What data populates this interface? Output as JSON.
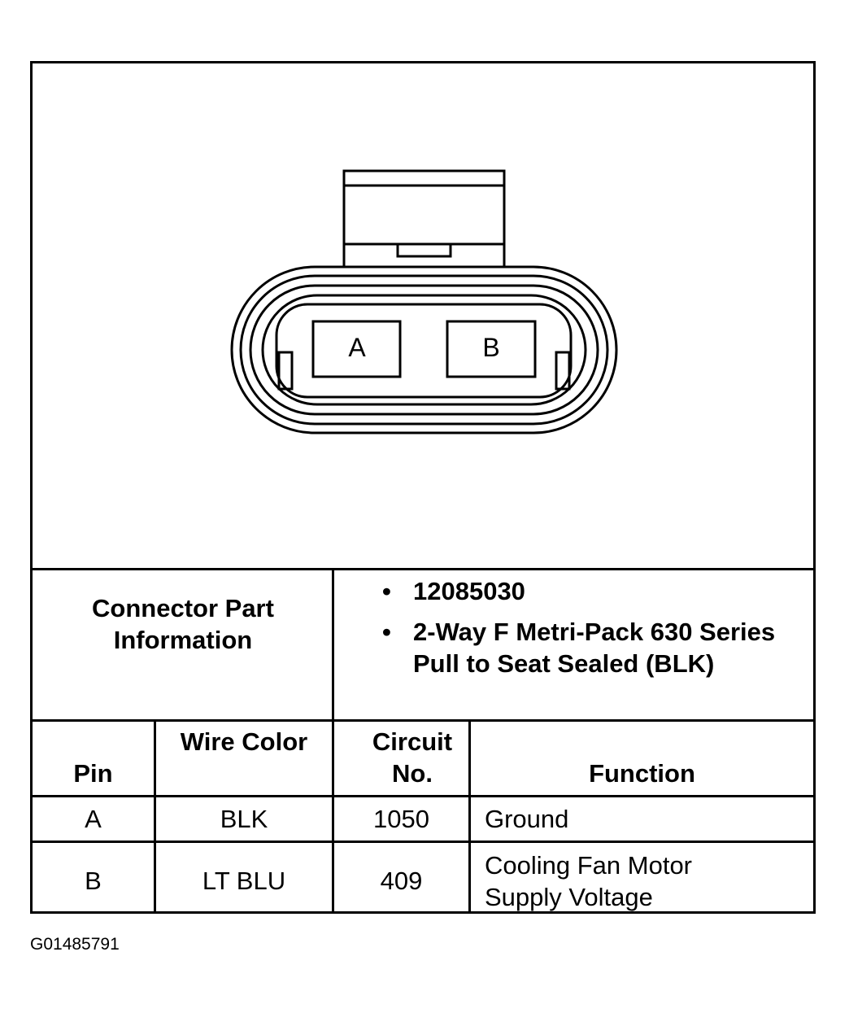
{
  "connector": {
    "pins": [
      {
        "label": "A"
      },
      {
        "label": "B"
      }
    ]
  },
  "part_info": {
    "title": "Connector Part Information",
    "items": [
      "12085030",
      "2-Way F Metri-Pack 630 Series Pull to Seat Sealed (BLK)"
    ],
    "bullet": "•"
  },
  "table": {
    "headers": {
      "pin": "Pin",
      "wire_color": "Wire Color",
      "circuit": "Circuit No.",
      "function": "Function"
    },
    "rows": [
      {
        "pin": "A",
        "wire_color": "BLK",
        "circuit": "1050",
        "function": "Ground"
      },
      {
        "pin": "B",
        "wire_color": "LT BLU",
        "circuit": "409",
        "function": "Cooling Fan Motor Supply Voltage"
      }
    ]
  },
  "figure_id": "G01485791"
}
